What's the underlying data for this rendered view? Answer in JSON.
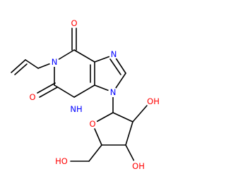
{
  "colors": {
    "bond": "#000000",
    "oxygen": "#ff0000",
    "nitrogen": "#0000ff",
    "background": "#ffffff"
  },
  "labels": {
    "o6": "O",
    "o2": "O",
    "n1": "N",
    "n3": "NH",
    "n7": "N",
    "n9": "N",
    "o4p": "O",
    "oh2": "OH",
    "oh3": "OH",
    "oh5": "HO"
  }
}
